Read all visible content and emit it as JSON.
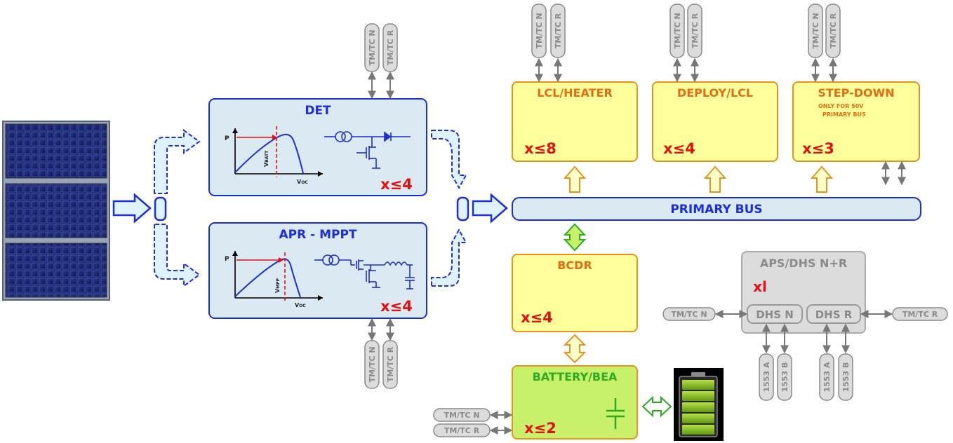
{
  "primary_bus": {
    "label": "PRIMARY BUS"
  },
  "det": {
    "title": "DET",
    "count": "x≤4",
    "axis_y": "P",
    "vline_label": "V",
    "vline_sub": "BATT",
    "axis_x": "V",
    "axis_x_sub": "OC"
  },
  "apr": {
    "title": "APR - MPPT",
    "count": "x≤4",
    "axis_y": "P",
    "vline_label": "V",
    "vline_sub": "MPP",
    "axis_x": "V",
    "axis_x_sub": "OC"
  },
  "lcl_heater": {
    "title": "LCL/HEATER",
    "count": "x≤8"
  },
  "deploy_lcl": {
    "title": "DEPLOY/LCL",
    "count": "x≤4"
  },
  "step_down": {
    "title": "STEP-DOWN",
    "note_line1": "ONLY FOR 50V",
    "note_line2": "PRIMARY BUS",
    "count": "x≤3"
  },
  "bcdr": {
    "title": "BCDR",
    "count": "x≤4"
  },
  "battery": {
    "title": "BATTERY/BEA",
    "count": "x≤2"
  },
  "aps_dhs": {
    "title": "APS/DHS N+R",
    "count": "xl",
    "dhs_n": "DHS N",
    "dhs_r": "DHS R"
  },
  "tags": {
    "tmtc_n": "TM/TC N",
    "tmtc_r": "TM/TC R",
    "bus_a": "1553 A",
    "bus_b": "1553 B"
  },
  "colors": {
    "blue_dark": "#1a2fd6",
    "blue_fill": "#dbe9f3",
    "yellow_fill": "#ffff9c",
    "orange": "#e26d12",
    "green_fill": "#c8f06a",
    "gray_fill": "#dcdcdc",
    "red": "#e31010"
  }
}
